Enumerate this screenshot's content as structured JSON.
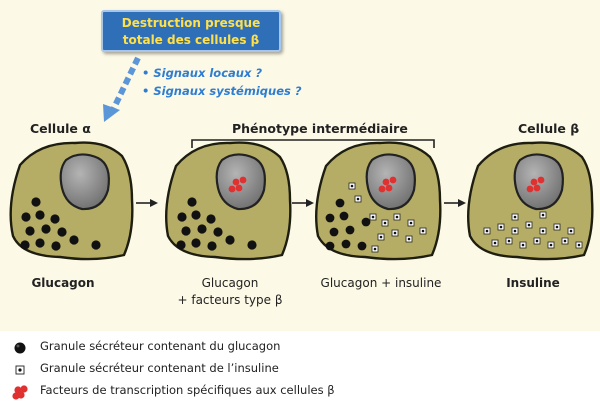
{
  "header": {
    "line1": "Destruction presque",
    "line2": "totale des cellules β"
  },
  "signals": [
    "• Signaux locaux ?",
    "• Signaux systémiques ?"
  ],
  "stages": {
    "alpha_label": "Cellule α",
    "intermediate_label": "Phénotype intermédiaire",
    "beta_label": "Cellule β"
  },
  "captions": {
    "glucagon": "Glucagon",
    "glucagon_factors_line1": "Glucagon",
    "glucagon_factors_line2": "+ facteurs type β",
    "glucagon_insulin": "Glucagon + insuline",
    "insulin": "Insuline"
  },
  "legend": [
    {
      "icon": "glucagon-granule-icon",
      "text": "Granule sécréteur contenant du glucagon"
    },
    {
      "icon": "insulin-granule-icon",
      "text": "Granule sécréteur contenant de l’insuline"
    },
    {
      "icon": "transcription-factor-icon",
      "text": "Facteurs de transcription spécifiques aux cellules β"
    }
  ],
  "colors": {
    "cell_fill": "#b5ad66",
    "nucleus_fill": "#8c8c8c",
    "header_box": "#2f6fb7",
    "header_text": "#ffe04a",
    "signal_text": "#2d7dd2",
    "factor": "#e03030"
  }
}
